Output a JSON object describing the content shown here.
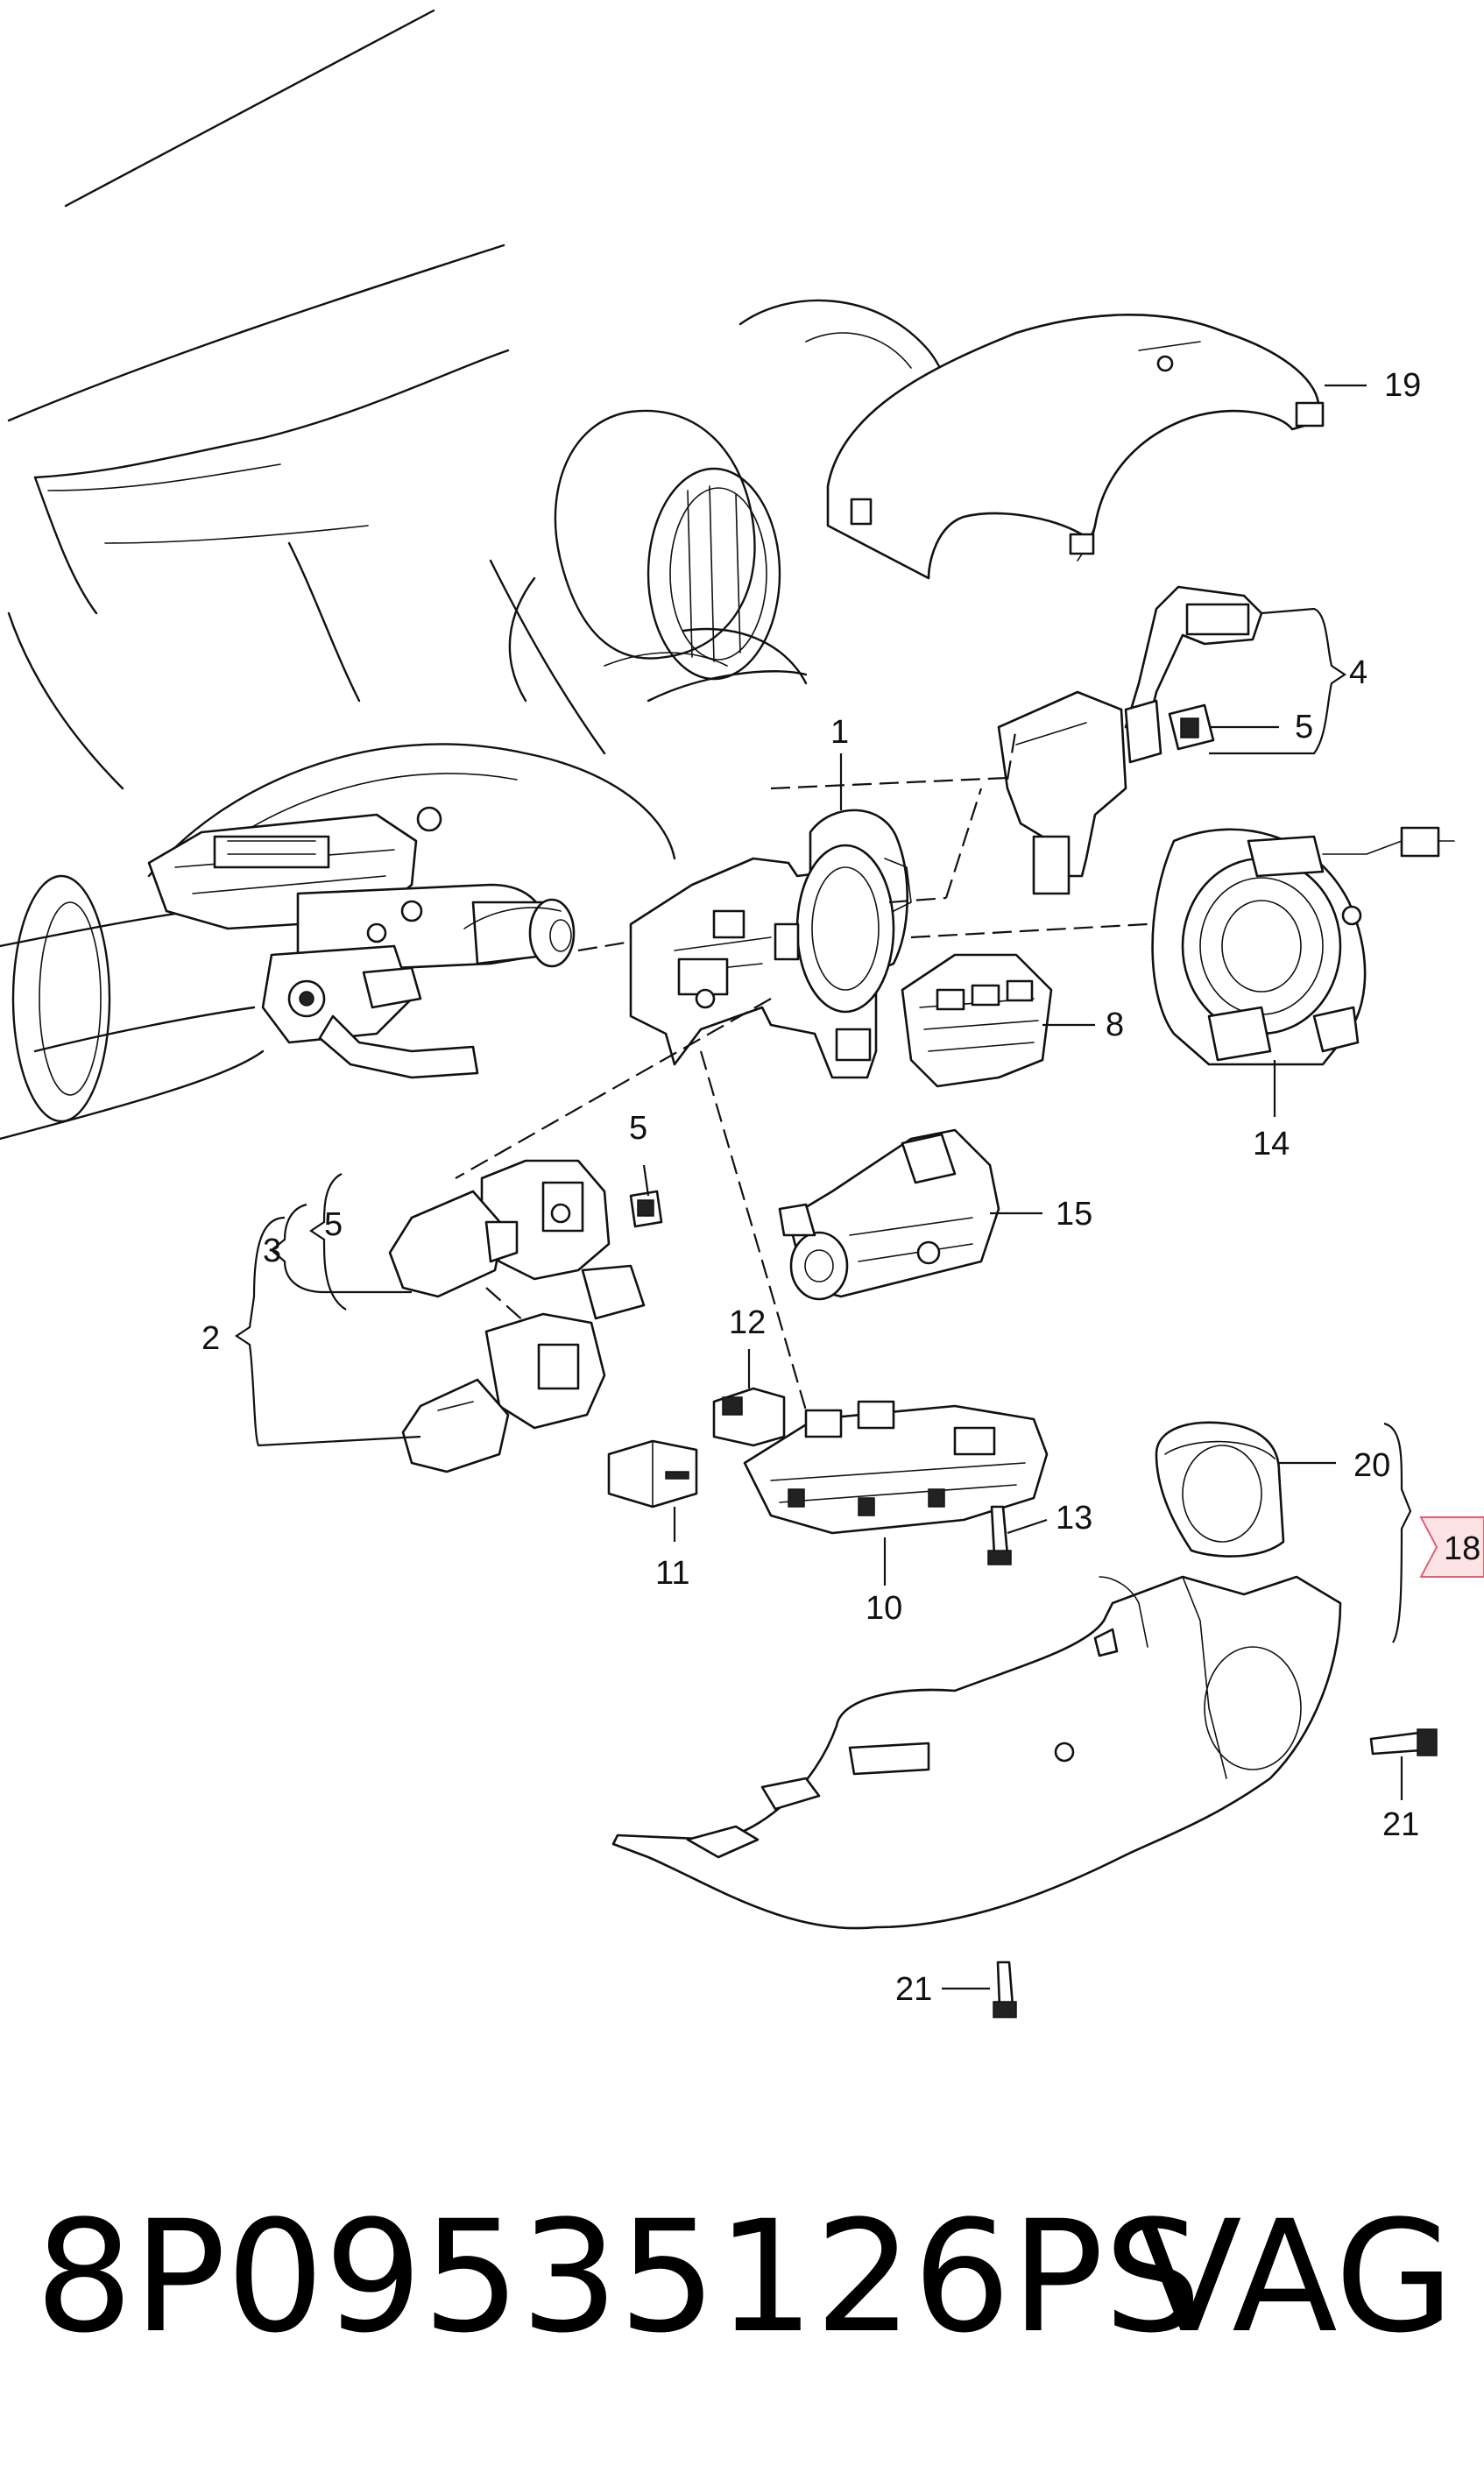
{
  "callouts": {
    "c1": "1",
    "c2": "2",
    "c3": "3",
    "c4": "4",
    "c5a": "5",
    "c5b": "5",
    "c5c": "5",
    "c8": "8",
    "c10": "10",
    "c11": "11",
    "c12": "12",
    "c13": "13",
    "c14": "14",
    "c15": "15",
    "c19": "19",
    "c20": "20",
    "c21a": "21",
    "c21b": "21"
  },
  "ref_tab": {
    "label": "18"
  },
  "caption": {
    "part_number": "8P09535126PS",
    "brand": "VAG"
  },
  "colors": {
    "ink": "#111111",
    "ref_tab_fill": "#fbe3e6",
    "ref_tab_border": "#e06070"
  }
}
